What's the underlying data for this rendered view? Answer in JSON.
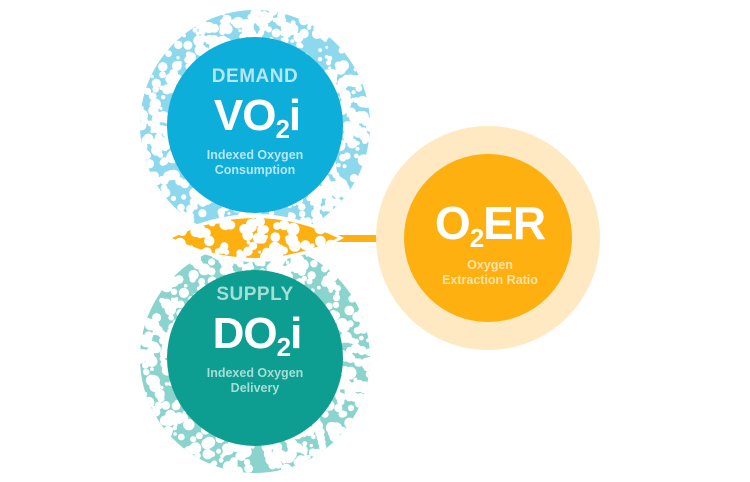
{
  "colors": {
    "demand_core": "#0eaedb",
    "demand_ring": "#8ed8ee",
    "supply_core": "#0d9e91",
    "supply_ring": "#8bd3cd",
    "ratio_core": "#fdb010",
    "ratio_ring": "#fee9c2",
    "overlap": "#fdb010",
    "connector": "#fdb010"
  },
  "demand": {
    "heading": "DEMAND",
    "symbol_main": "VO",
    "symbol_sub": "2",
    "symbol_tail": "i",
    "line1": "Indexed Oxygen",
    "line2": "Consumption"
  },
  "supply": {
    "heading": "SUPPLY",
    "symbol_main": "DO",
    "symbol_sub": "2",
    "symbol_tail": "i",
    "line1": "Indexed Oxygen",
    "line2": "Delivery"
  },
  "ratio": {
    "symbol_pre": "O",
    "symbol_sub": "2",
    "symbol_tail": "ER",
    "line1": "Oxygen",
    "line2": "Extraction Ratio"
  }
}
